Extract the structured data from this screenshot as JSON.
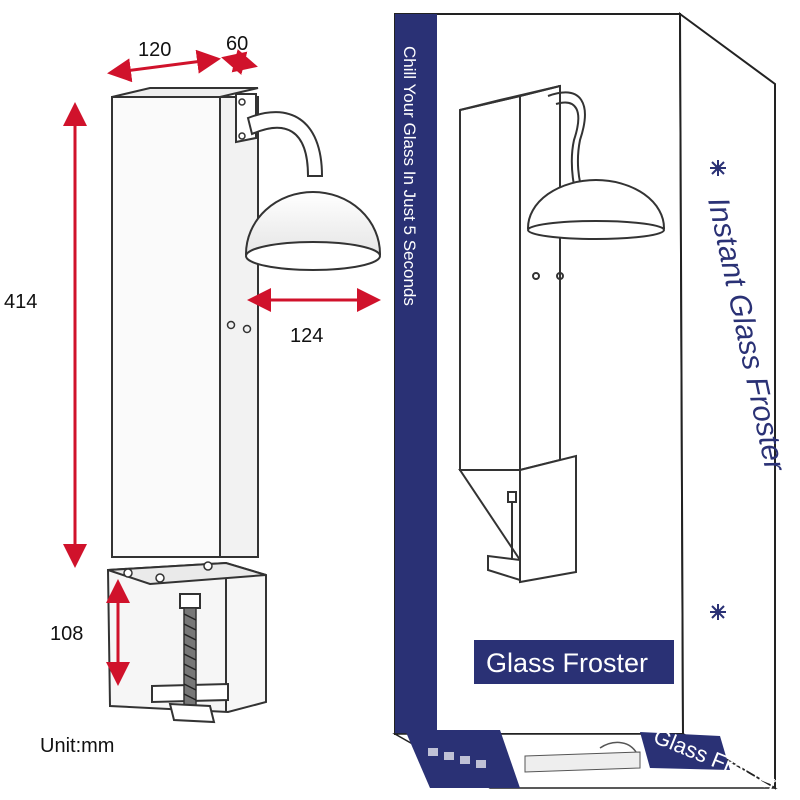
{
  "dimensions": {
    "width_main": "120",
    "width_side": "60",
    "height_total": "414",
    "hood_reach": "124",
    "clamp_height": "108",
    "unit": "Unit:mm"
  },
  "packaging": {
    "tagline": "Chill Your Glass In Just 5 Seconds",
    "brand_title": "Instant Glass Froster",
    "product_label": "Glass Froster",
    "bottom_label": "Glass Froster"
  },
  "colors": {
    "accent_red": "#d0122b",
    "box_navy": "#2a3175",
    "line": "#333333"
  },
  "icons": [
    "snowflake-icon",
    "snowflake-icon"
  ]
}
